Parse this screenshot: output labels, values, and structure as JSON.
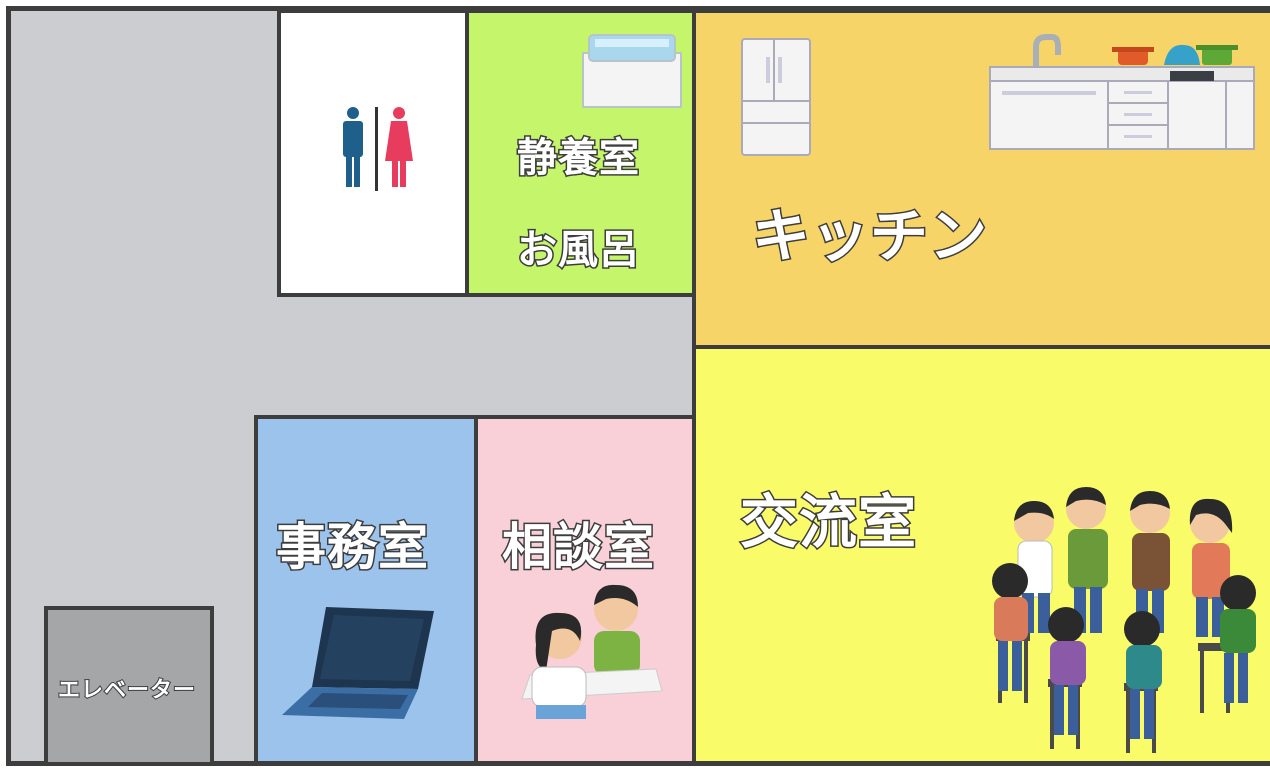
{
  "floor_plan": {
    "rooms": {
      "restroom": {
        "name": "",
        "color": "#ffffff"
      },
      "quiet_room": {
        "name": "静養室",
        "name2": "お風呂",
        "color": "#c5f56a"
      },
      "kitchen": {
        "name": "キッチン",
        "color": "#f7d468"
      },
      "lounge": {
        "name": "交流室",
        "color": "#fafb68"
      },
      "office": {
        "name": "事務室",
        "color": "#9cc3ec"
      },
      "consultation": {
        "name": "相談室",
        "color": "#f9cfd8"
      },
      "elevator": {
        "name": "エレベーター",
        "color": "#a4a6a8"
      },
      "corridor": {
        "color": "#cbcdd1"
      }
    },
    "icons": [
      "restroom-sign-icon",
      "bathtub-icon",
      "refrigerator-icon",
      "kitchen-counter-icon",
      "laptop-icon",
      "consultation-people-icon",
      "group-meeting-icon"
    ]
  }
}
